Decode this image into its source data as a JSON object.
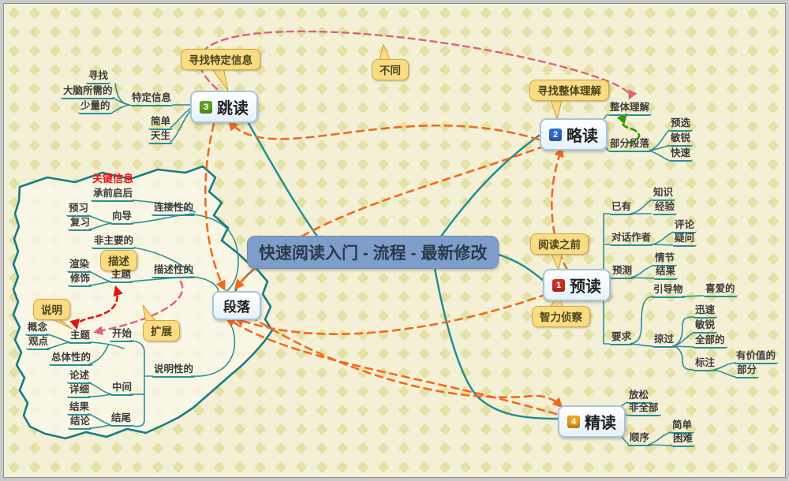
{
  "title": "快速阅读入门 - 流程 - 最新修改",
  "topics": {
    "yudu": {
      "badge": "1",
      "label": "预读"
    },
    "luedu": {
      "badge": "2",
      "label": "略读"
    },
    "tiaodu": {
      "badge": "3",
      "label": "跳读"
    },
    "jingdu": {
      "badge": "4",
      "label": "精读"
    },
    "duanluo": {
      "label": "段落"
    }
  },
  "callouts": {
    "find_specific": "寻找特定信息",
    "different": "不同",
    "find_whole": "寻找整体理解",
    "before_reading": "阅读之前",
    "intel_scout": "智力侦察",
    "describe": "描述",
    "explain": "说明",
    "expand": "扩展"
  },
  "labels": {
    "xunzhao": "寻找",
    "danao": "大脑所需的",
    "shaoliang": "少量的",
    "teding": "特定信息",
    "jiandan": "简单",
    "tiansheng": "天生",
    "zhengti": "整体理解",
    "bufenduanluo": "部分段落",
    "yuxuan": "预选",
    "minrui1": "敏锐",
    "kuaisu": "快速",
    "yiyou": "已有",
    "zhishi": "知识",
    "jingyan": "经验",
    "duihuazuozhe": "对话作者",
    "pinglun": "评论",
    "yiwen": "疑问",
    "yuce": "预测",
    "qingjie": "情节",
    "jieguo1": "结果",
    "yaoqiu": "要求",
    "yindaowu": "引导物",
    "xiaide": "喜爱的",
    "lveguo": "掠过",
    "xunsu": "迅速",
    "minrui2": "敏锐",
    "quanbude": "全部的",
    "biaozhu": "标注",
    "youjiazhide": "有价值的",
    "bufen": "部分",
    "fangsong": "放松",
    "feiquanbu": "非全部",
    "shunxu": "顺序",
    "jiandan2": "简单",
    "kunnan": "困难",
    "guanjianxinxi": "关键信息",
    "chengqianqihou": "承前启后",
    "yuxi": "预习",
    "fuxi": "复习",
    "xiangdao": "向导",
    "lianjiexingde": "连接性的",
    "feizhuyaode": "非主要的",
    "xuanran": "渲染",
    "xiushi": "修饰",
    "zhuti1": "主题",
    "miaoshuxingde": "描述性的",
    "gainian": "概念",
    "guandian": "观点",
    "zhuti2": "主题",
    "kaishi": "开始",
    "zongtixingde": "总体性的",
    "lunshu": "论述",
    "xiangxi": "详细",
    "zhongjian": "中间",
    "jieguo2": "结果",
    "jielun": "结论",
    "jiewei": "结尾",
    "shuomingxingde": "说明性的"
  },
  "colors": {
    "background": "#f4f0d6",
    "branch": "#1b8d95",
    "flow_arrow": "#f2691d",
    "contrast_arrow": "#e0607a",
    "feedback_arrow": "#2f9b0a",
    "emphasis_arrow": "#e31515",
    "title_fill": "#7e9dcb",
    "callout_fill": "#fbdc85",
    "badge_1": "#d22f21",
    "badge_2": "#2f6cd0",
    "badge_3": "#61a521",
    "badge_4": "#eda321"
  }
}
